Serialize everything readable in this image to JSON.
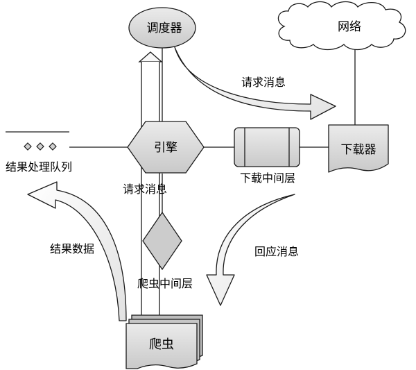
{
  "nodes": {
    "scheduler": "调度器",
    "network": "网络",
    "engine": "引擎",
    "downloader": "下载器",
    "spider": "爬虫",
    "downloader_middleware": "下载中间层",
    "spider_middleware": "爬虫中间层",
    "result_queue": "结果处理队列"
  },
  "edges": {
    "request_to_downloader": "请求消息",
    "request_to_engine": "请求消息",
    "response_message": "回应消息",
    "result_data": "结果数据"
  },
  "colors": {
    "node_fill": "#d6d6d6",
    "arrow_fill": "#f2f2f2",
    "diamond_fill": "#cccccc",
    "stroke": "#1a1a1a"
  }
}
